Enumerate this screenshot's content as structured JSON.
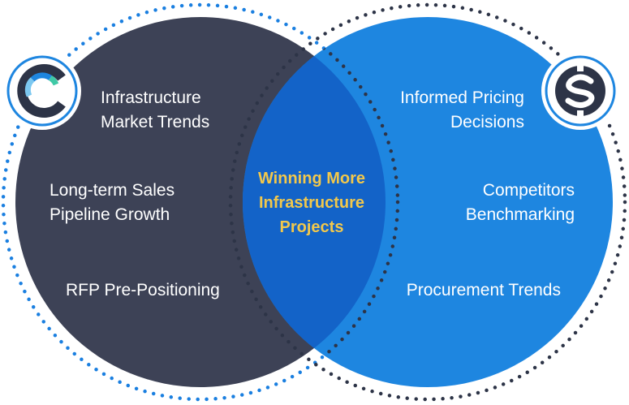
{
  "colors": {
    "left_circle": "#3d4256",
    "right_circle": "#1e86e0",
    "overlap": "#1363c8",
    "dots": "#1a7fe0",
    "dots_right": "#2d3447",
    "center_text": "#f2c84b"
  },
  "left_circle": {
    "icon": "c-logo-icon",
    "items": [
      {
        "lines": [
          "Infrastructure",
          "Market Trends"
        ]
      },
      {
        "lines": [
          "Long-term Sales",
          "Pipeline Growth"
        ]
      },
      {
        "lines": [
          "RFP Pre-Positioning"
        ]
      }
    ]
  },
  "right_circle": {
    "icon": "dollar-icon",
    "items": [
      {
        "lines": [
          "Informed Pricing",
          "Decisions"
        ]
      },
      {
        "lines": [
          "Competitors",
          "Benchmarking"
        ]
      },
      {
        "lines": [
          "Procurement Trends"
        ]
      }
    ]
  },
  "center": {
    "lines": [
      "Winning More",
      "Infrastructure",
      "Projects"
    ]
  }
}
